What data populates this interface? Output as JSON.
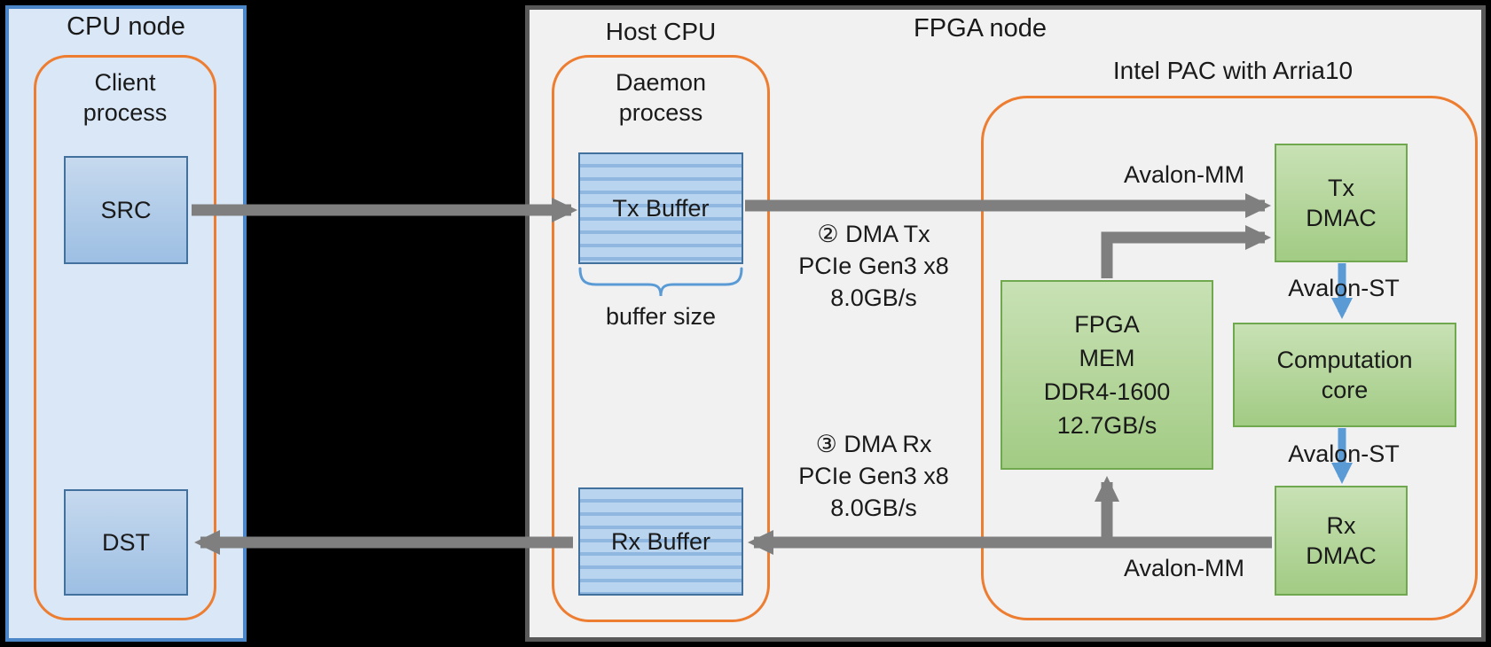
{
  "cpu_node": {
    "title": "CPU node",
    "client_process_label": [
      "Client",
      "process"
    ],
    "src_label": "SRC",
    "dst_label": "DST"
  },
  "fpga_node": {
    "title": "FPGA node",
    "host_cpu_label": "Host CPU",
    "daemon_process_label": [
      "Daemon",
      "process"
    ],
    "tx_buffer_label": "Tx Buffer",
    "rx_buffer_label": "Rx Buffer",
    "buffer_size_label": "buffer size",
    "dma_tx": [
      "② DMA Tx",
      "PCIe Gen3 x8",
      "8.0GB/s"
    ],
    "dma_rx": [
      "③ DMA Rx",
      "PCIe Gen3 x8",
      "8.0GB/s"
    ],
    "intel_pac": {
      "title": "Intel PAC with Arria10",
      "tx_dmac_label": [
        "Tx",
        "DMAC"
      ],
      "fpga_mem_label": [
        "FPGA",
        "MEM",
        "DDR4-1600",
        "12.7GB/s"
      ],
      "computation_core_label": [
        "Computation",
        "core"
      ],
      "rx_dmac_label": [
        "Rx",
        "DMAC"
      ],
      "avalon_mm_top": "Avalon-MM",
      "avalon_st_top": "Avalon-ST",
      "avalon_st_bottom": "Avalon-ST",
      "avalon_mm_bottom": "Avalon-MM"
    }
  },
  "colors": {
    "background": "#000000",
    "cpu_node_fill": "#d9e7f6",
    "cpu_node_border": "#4a86c8",
    "fpga_node_fill": "#f1f1f1",
    "fpga_node_border": "#595959",
    "process_frame_border": "#ed7d31",
    "blue_box_border": "#41719c",
    "green_box_border": "#70a84f",
    "gray_arrow": "#7f7f7f",
    "blue_arrow": "#5b9bd5"
  }
}
